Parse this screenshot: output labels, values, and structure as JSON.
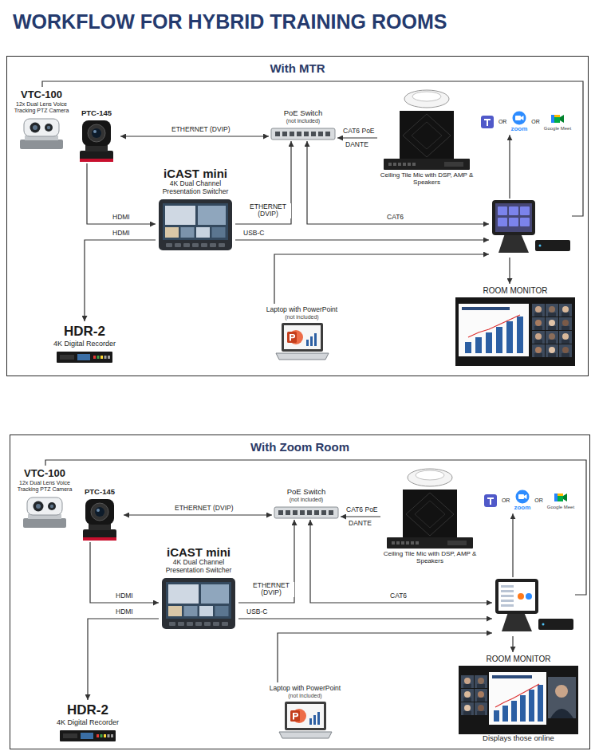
{
  "diagram": {
    "title": "WORKFLOW FOR HYBRID TRAINING ROOMS",
    "nodes": [
      {
        "text": [
          "With MTR"
        ]
      },
      {
        "text": [
          "VTC-100",
          "12x Dual Lens Voice Tracking PTZ Camera"
        ],
        "in": 0
      },
      {
        "text": [
          "PTC-145"
        ],
        "in": 0
      },
      {
        "text": [
          "PoE Switch",
          "(not included)"
        ],
        "in": 0
      },
      {
        "text": [
          "Ceiling Tile Mic with DSP, AMP & Speakers"
        ],
        "in": 0
      },
      {
        "text": [
          "iCAST mini",
          "4K Dual Channel Presentation Switcher"
        ],
        "in": 0
      },
      {
        "text": [],
        "in": 0
      },
      {
        "text": [
          "OR",
          "zoom",
          "OR",
          "Google Meet"
        ],
        "in": 0
      },
      {
        "text": [
          "ROOM MONITOR"
        ],
        "in": 0
      },
      {
        "text": [
          "HDR-2",
          "4K Digital Recorder"
        ],
        "in": 0
      },
      {
        "text": [
          "Laptop with PowerPoint",
          "(not included)"
        ],
        "in": 0
      },
      {
        "text": [
          "With Zoom Room"
        ]
      },
      {
        "text": [
          "VTC-100",
          "12x Dual Lens Voice Tracking PTZ Camera"
        ],
        "in": 11
      },
      {
        "text": [
          "PTC-145"
        ],
        "in": 11
      },
      {
        "text": [
          "PoE Switch",
          "(not included)"
        ],
        "in": 11
      },
      {
        "text": [
          "Ceiling Tile Mic with DSP, AMP & Speakers"
        ],
        "in": 11
      },
      {
        "text": [
          "iCAST mini",
          "4K Dual Channel Presentation Switcher"
        ],
        "in": 11
      },
      {
        "text": [],
        "in": 11
      },
      {
        "text": [
          "OR",
          "zoom",
          "OR",
          "Google Meet"
        ],
        "in": 11
      },
      {
        "text": [
          "ROOM MONITOR",
          "Displays those online"
        ],
        "in": 11
      },
      {
        "text": [
          "HDR-2",
          "4K Digital Recorder"
        ],
        "in": 11
      },
      {
        "text": [
          "Laptop with PowerPoint",
          "(not included)"
        ],
        "in": 11
      }
    ],
    "edges": [
      {
        "from": 2,
        "to": 3,
        "label": "ETHERNET (DVIP)",
        "arrow": "both"
      },
      {
        "from": 2,
        "to": 5,
        "label": "HDMI",
        "arrow": "to"
      },
      {
        "from": 5,
        "to": 9,
        "label": "HDMI",
        "arrow": "to"
      },
      {
        "from": 5,
        "to": 3,
        "label": "ETHERNET (DVIP)",
        "arrow": "to"
      },
      {
        "from": 3,
        "to": 6,
        "label": "CAT6",
        "arrow": "both"
      },
      {
        "from": 4,
        "to": 3,
        "label": "CAT6 PoE",
        "arrow": "to"
      },
      {
        "from": 5,
        "to": 6,
        "label": "USB-C",
        "arrow": "to"
      },
      {
        "from": 10,
        "to": 6,
        "arrow": "to"
      },
      {
        "from": 6,
        "to": 8,
        "arrow": "to"
      },
      {
        "from": 6,
        "to": 7,
        "arrow": "to"
      },
      {
        "from": 1,
        "to": 6,
        "arrow": "none"
      },
      {
        "from": 13,
        "to": 14,
        "label": "ETHERNET (DVIP)",
        "arrow": "both"
      },
      {
        "from": 13,
        "to": 16,
        "label": "HDMI",
        "arrow": "to"
      },
      {
        "from": 16,
        "to": 20,
        "label": "HDMI",
        "arrow": "to"
      },
      {
        "from": 16,
        "to": 14,
        "label": "ETHERNET (DVIP)",
        "arrow": "to"
      },
      {
        "from": 14,
        "to": 17,
        "label": "CAT6",
        "arrow": "both"
      },
      {
        "from": 15,
        "to": 14,
        "label": "CAT6 PoE",
        "arrow": "to"
      },
      {
        "from": 16,
        "to": 17,
        "label": "USB-C",
        "arrow": "to"
      },
      {
        "from": 21,
        "to": 17,
        "arrow": "to"
      },
      {
        "from": 17,
        "to": 19,
        "arrow": "to"
      },
      {
        "from": 17,
        "to": 18,
        "arrow": "to"
      },
      {
        "from": 12,
        "to": 17,
        "arrow": "none"
      }
    ],
    "labels": [
      "DANTE",
      "DANTE"
    ]
  }
}
